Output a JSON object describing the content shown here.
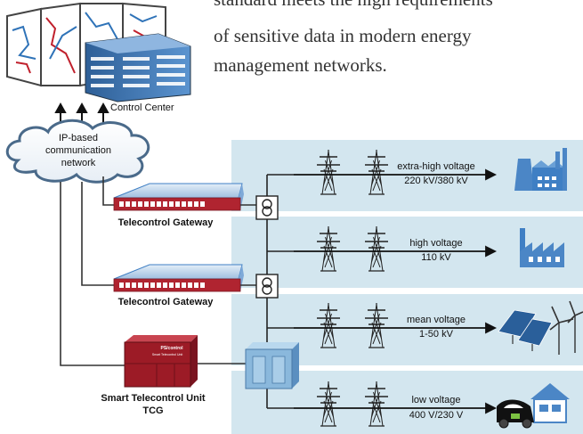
{
  "body_text": {
    "line1": "standard meets the high requirements",
    "line2": "of sensitive data in modern energy",
    "line3": "management networks."
  },
  "control_center": {
    "label": "Control Center"
  },
  "cloud": {
    "line1": "IP-based",
    "line2": "communication",
    "line3": "network"
  },
  "gateways": [
    {
      "label": "Telecontrol Gateway"
    },
    {
      "label": "Telecontrol Gateway"
    }
  ],
  "tcg": {
    "label_line1": "Smart Telecontrol Unit",
    "label_line2": "TCG",
    "device_brand": "PS/control",
    "device_subtitle": "Smart Telecontrol Unit"
  },
  "voltage_levels": [
    {
      "name": "extra-high voltage",
      "range": "220 kV/380 kV",
      "consumer": "power-plant"
    },
    {
      "name": "high voltage",
      "range": "110 kV",
      "consumer": "factory"
    },
    {
      "name": "mean voltage",
      "range": "1-50 kV",
      "consumer": "solar-and-wind"
    },
    {
      "name": "low voltage",
      "range": "400 V/230 V",
      "consumer": "house-and-electric-car"
    }
  ],
  "colors": {
    "band": "#d3e6ef",
    "line": "#222222",
    "device_red": "#b02430",
    "tcg_red": "#9c1b26",
    "screen_blue": "#2f73b8",
    "gateway_blue": "#3f7fc4",
    "building_blue": "#4b86c6",
    "cloud_stroke": "#4a6a8a"
  }
}
